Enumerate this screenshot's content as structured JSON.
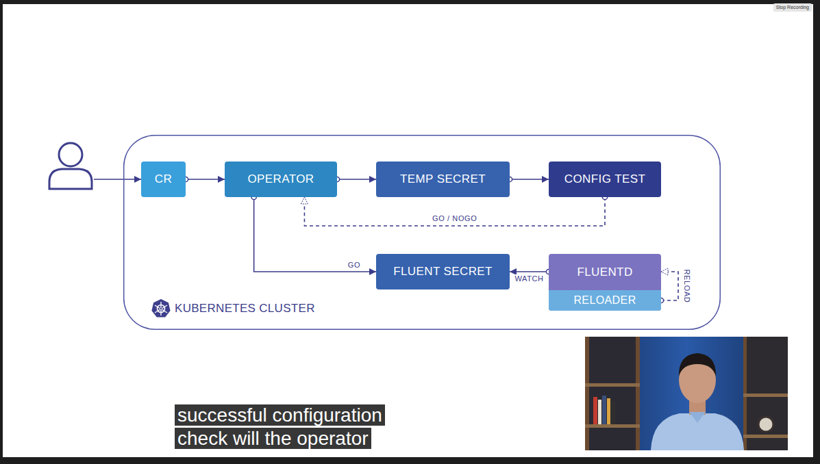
{
  "diagram": {
    "nodes": [
      {
        "text": [
          "KUBERNETES CLUSTER"
        ]
      },
      {
        "text": [
          "CR"
        ],
        "in": 0
      },
      {
        "text": [
          "OPERATOR"
        ],
        "in": 0
      },
      {
        "text": [
          "TEMP SECRET"
        ],
        "in": 0
      },
      {
        "text": [
          "CONFIG TEST"
        ],
        "in": 0
      },
      {
        "text": [
          "FLUENT SECRET"
        ],
        "in": 0
      },
      {
        "text": [
          "FLUENTD"
        ],
        "in": 0
      },
      {
        "text": [
          "RELOADER"
        ],
        "in": 6
      }
    ],
    "edges": [
      {
        "from": 1,
        "to": 2,
        "arrow": "to"
      },
      {
        "from": 2,
        "to": 3,
        "arrow": "to"
      },
      {
        "from": 3,
        "to": 4,
        "arrow": "to"
      },
      {
        "from": 4,
        "to": 2,
        "label": "GO / NOGO",
        "arrow": "to"
      },
      {
        "from": 2,
        "to": 5,
        "label": "GO",
        "arrow": "to"
      },
      {
        "from": 6,
        "to": 5,
        "label": "WATCH",
        "arrow": "to"
      },
      {
        "from": 7,
        "to": 6,
        "label": "RELOAD",
        "arrow": "to"
      }
    ],
    "labels": [
      "Stop Recording",
      "successful configuration check will the operator"
    ]
  }
}
